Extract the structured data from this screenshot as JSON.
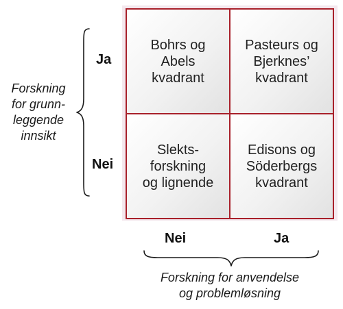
{
  "quadrants": {
    "top_left": "Bohrs og\nAbels\nkvadrant",
    "top_right": "Pasteurs og\nBjerknes’\nkvadrant",
    "bottom_left": "Slekts-\nforskning\nog lignende",
    "bottom_right": "Edisons og\nSöderbergs\nkvadrant"
  },
  "y_axis": {
    "label": "Forskning\nfor grunn-\nleggende\ninnsikt",
    "top_tick": "Ja",
    "bottom_tick": "Nei"
  },
  "x_axis": {
    "label": "Forskning for anvendelse\nog problemløsning",
    "left_tick": "Nei",
    "right_tick": "Ja"
  },
  "colors": {
    "grid_border": "#a8202a",
    "frame_background": "#f4e8ee"
  }
}
